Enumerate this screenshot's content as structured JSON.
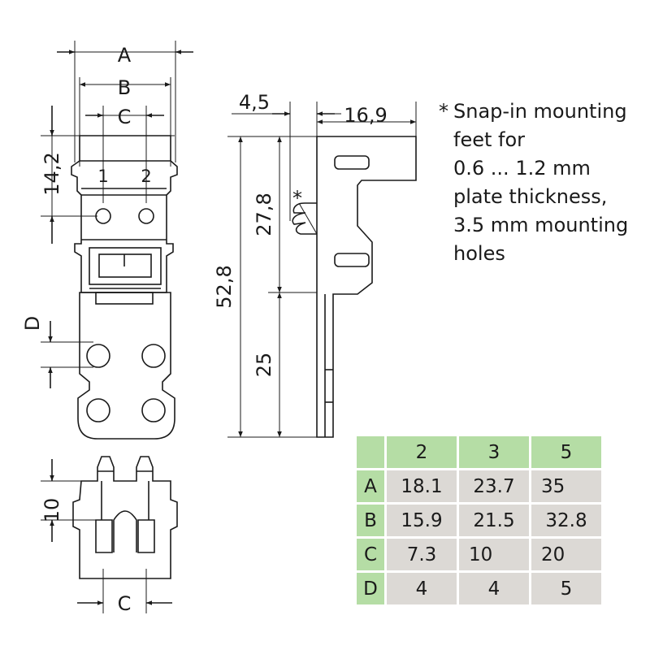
{
  "top_view": {
    "dim_a": "A",
    "dim_b": "B",
    "dim_c": "C",
    "dim_height": "14,2",
    "dim_d": "D",
    "label_pin1": "1",
    "label_pin2": "2"
  },
  "side_view": {
    "dim_offset": "4,5",
    "dim_width": "16,9",
    "dim_total_height": "52,8",
    "dim_upper_height": "27,8",
    "dim_lower_height": "25",
    "asterisk": "*"
  },
  "front_view": {
    "dim_height": "10",
    "dim_c": "C"
  },
  "note": {
    "asterisk": "*",
    "lines": [
      "Snap-in mounting",
      "feet for",
      "0.6 ... 1.2 mm",
      "plate thickness,",
      "3.5 mm mounting",
      "holes"
    ]
  },
  "table": {
    "columns": [
      "2",
      "3",
      "5"
    ],
    "rows": [
      {
        "label": "A",
        "values": [
          "18.1",
          "23.7",
          "35"
        ]
      },
      {
        "label": "B",
        "values": [
          "15.9",
          "21.5",
          "32.8"
        ]
      },
      {
        "label": "C",
        "values": [
          "7.3",
          "10",
          "20"
        ]
      },
      {
        "label": "D",
        "values": [
          "4",
          "4",
          "5"
        ]
      }
    ],
    "header_color": "#b5dda5",
    "cell_color": "#dcd9d5"
  }
}
